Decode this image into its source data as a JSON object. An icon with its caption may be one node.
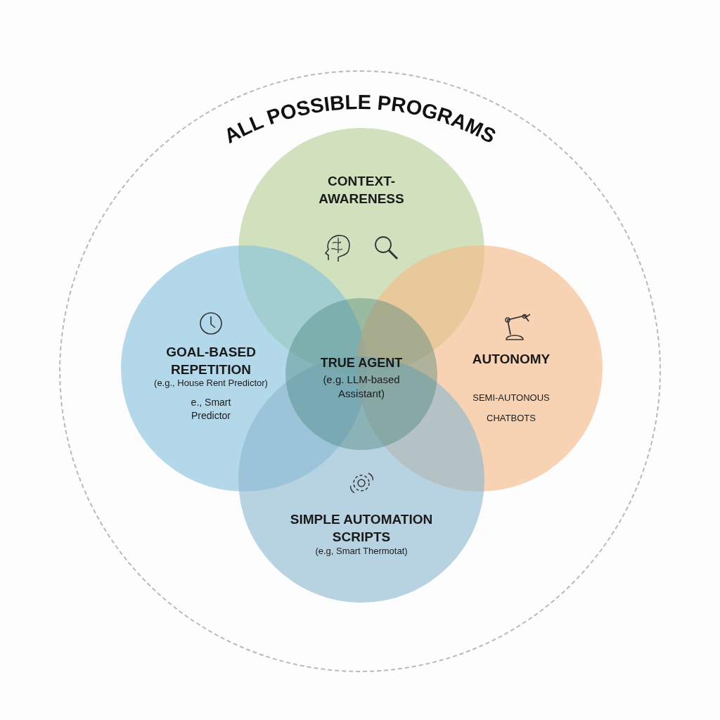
{
  "diagram": {
    "nodes": [
      {
        "text": [
          "ALL POSSIBLE PROGRAMS"
        ]
      },
      {
        "text": [
          "CONTEXT-AWARENESS"
        ],
        "in": 0
      },
      {
        "text": [
          "GOAL-BASED REPETITION",
          "(e.g., House Rent Predictor)",
          "e., Smart Predictor"
        ],
        "in": 0
      },
      {
        "text": [
          "AUTONOMY",
          "SEMI-AUTONOUS CHATBOTS"
        ],
        "in": 0
      },
      {
        "text": [
          "SIMPLE AUTOMATION SCRIPTS",
          "(e.g, Smart Thermotat)"
        ],
        "in": 0
      },
      {
        "text": [
          "TRUE AGENT",
          "(e.g. LLM-based Assistant)"
        ],
        "in": 0
      }
    ],
    "edges": []
  }
}
